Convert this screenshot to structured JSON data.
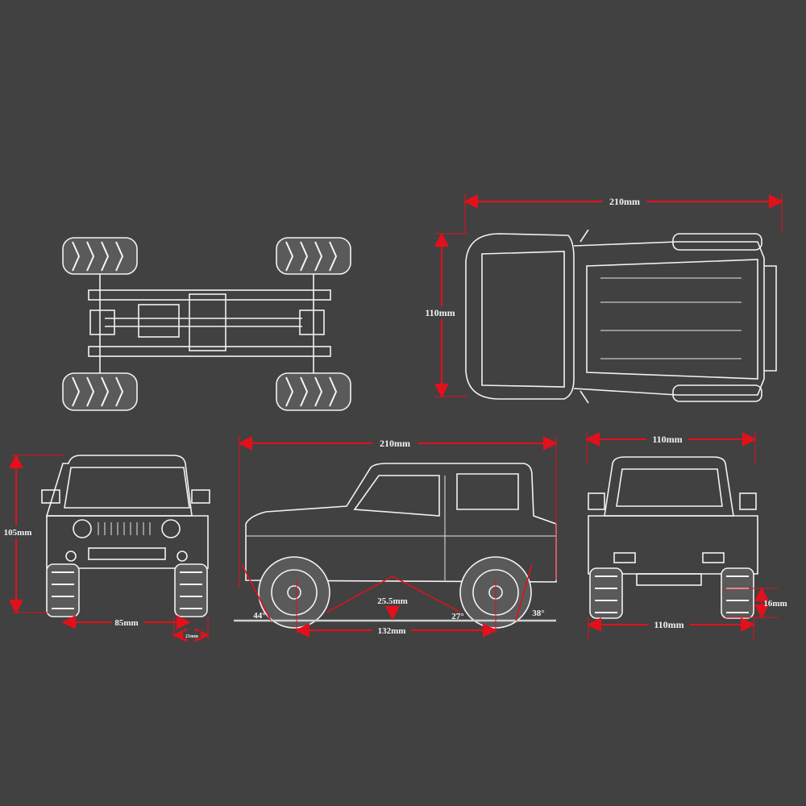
{
  "title": "RC off-road vehicle dimension drawing",
  "colors": {
    "background": "#414141",
    "line_art": "#f2f2f2",
    "dimension": "#e3101b"
  },
  "views": {
    "top_view": {
      "length": "210mm",
      "width": "110mm"
    },
    "front_view": {
      "height": "105mm",
      "track": "85mm",
      "tire_width": "21mm"
    },
    "side_view": {
      "length": "210mm",
      "ground_clearance": "25.5mm",
      "wheelbase": "132mm",
      "approach_angle": "44°",
      "breakover_angle": "27°",
      "departure_angle": "38°"
    },
    "rear_view": {
      "width_top": "110mm",
      "width_bottom": "110mm",
      "hitch_height": "16mm"
    }
  }
}
